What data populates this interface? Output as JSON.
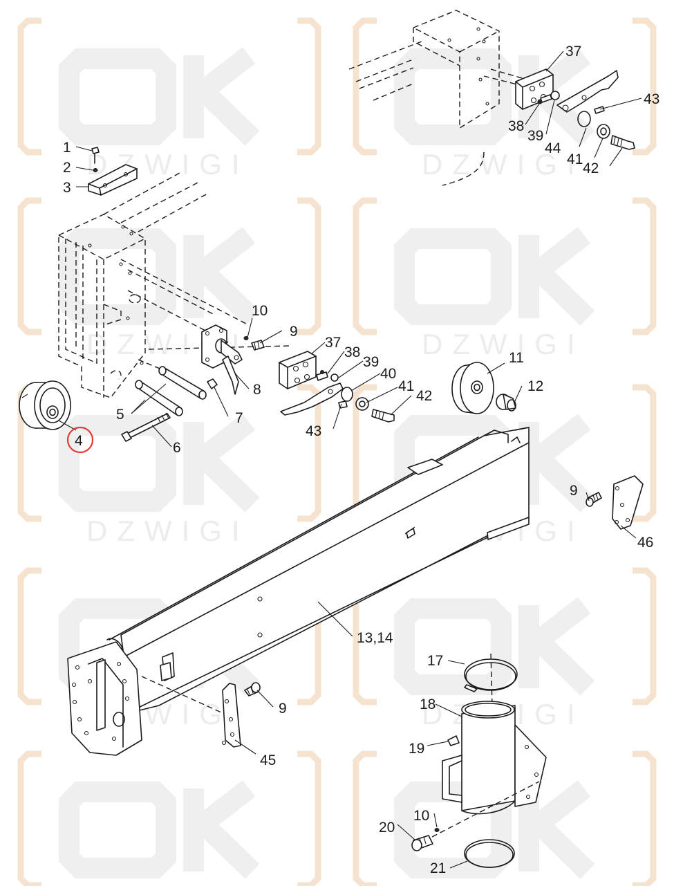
{
  "watermark": {
    "brand": "OK",
    "subtext": "DZWIGI"
  },
  "highlight": {
    "part": "4",
    "color": "#e53935"
  },
  "labels": [
    {
      "id": "l1",
      "text": "1"
    },
    {
      "id": "l2",
      "text": "2"
    },
    {
      "id": "l3",
      "text": "3"
    },
    {
      "id": "l4",
      "text": "4"
    },
    {
      "id": "l5",
      "text": "5"
    },
    {
      "id": "l6",
      "text": "6"
    },
    {
      "id": "l7",
      "text": "7"
    },
    {
      "id": "l8",
      "text": "8"
    },
    {
      "id": "l9a",
      "text": "9"
    },
    {
      "id": "l9b",
      "text": "9"
    },
    {
      "id": "l9c",
      "text": "9"
    },
    {
      "id": "l10a",
      "text": "10"
    },
    {
      "id": "l10b",
      "text": "10"
    },
    {
      "id": "l11",
      "text": "11"
    },
    {
      "id": "l12",
      "text": "12"
    },
    {
      "id": "l1314",
      "text": "13,14"
    },
    {
      "id": "l17",
      "text": "17"
    },
    {
      "id": "l18",
      "text": "18"
    },
    {
      "id": "l19",
      "text": "19"
    },
    {
      "id": "l20",
      "text": "20"
    },
    {
      "id": "l21",
      "text": "21"
    },
    {
      "id": "l37a",
      "text": "37"
    },
    {
      "id": "l37b",
      "text": "37"
    },
    {
      "id": "l38a",
      "text": "38"
    },
    {
      "id": "l38b",
      "text": "38"
    },
    {
      "id": "l39a",
      "text": "39"
    },
    {
      "id": "l39b",
      "text": "39"
    },
    {
      "id": "l40",
      "text": "40"
    },
    {
      "id": "l41a",
      "text": "41"
    },
    {
      "id": "l41b",
      "text": "41"
    },
    {
      "id": "l42a",
      "text": "42"
    },
    {
      "id": "l42b",
      "text": "42"
    },
    {
      "id": "l43a",
      "text": "43"
    },
    {
      "id": "l43b",
      "text": "43"
    },
    {
      "id": "l44",
      "text": "44"
    },
    {
      "id": "l45",
      "text": "45"
    },
    {
      "id": "l46",
      "text": "46"
    }
  ]
}
